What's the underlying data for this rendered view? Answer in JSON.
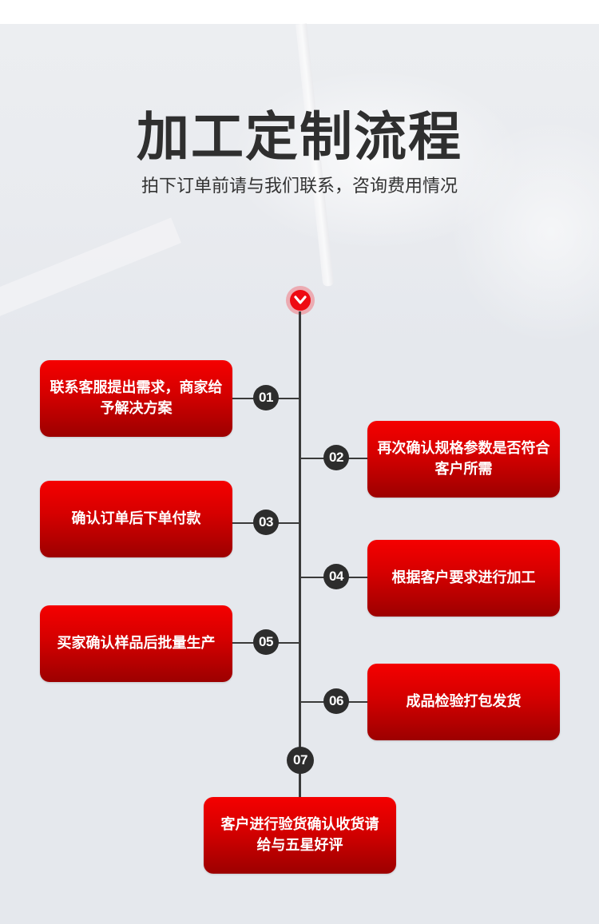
{
  "header": {
    "title": "加工定制流程",
    "subtitle": "拍下订单前请与我们联系，咨询费用情况"
  },
  "timeline": {
    "start_icon": "chevron-down-icon",
    "accent_color": "#ee0a12",
    "line_color": "#3a3a3a",
    "steps": [
      {
        "number": "01",
        "side": "left",
        "text": "联系客服提出需求，商家给予解决方案"
      },
      {
        "number": "02",
        "side": "right",
        "text": "再次确认规格参数是否符合客户所需"
      },
      {
        "number": "03",
        "side": "left",
        "text": "确认订单后下单付款"
      },
      {
        "number": "04",
        "side": "right",
        "text": "根据客户要求进行加工"
      },
      {
        "number": "05",
        "side": "left",
        "text": "买家确认样品后批量生产"
      },
      {
        "number": "06",
        "side": "right",
        "text": "成品检验打包发货"
      },
      {
        "number": "07",
        "side": "bottom",
        "text": "客户进行验货确认收货请给与五星好评"
      }
    ]
  }
}
